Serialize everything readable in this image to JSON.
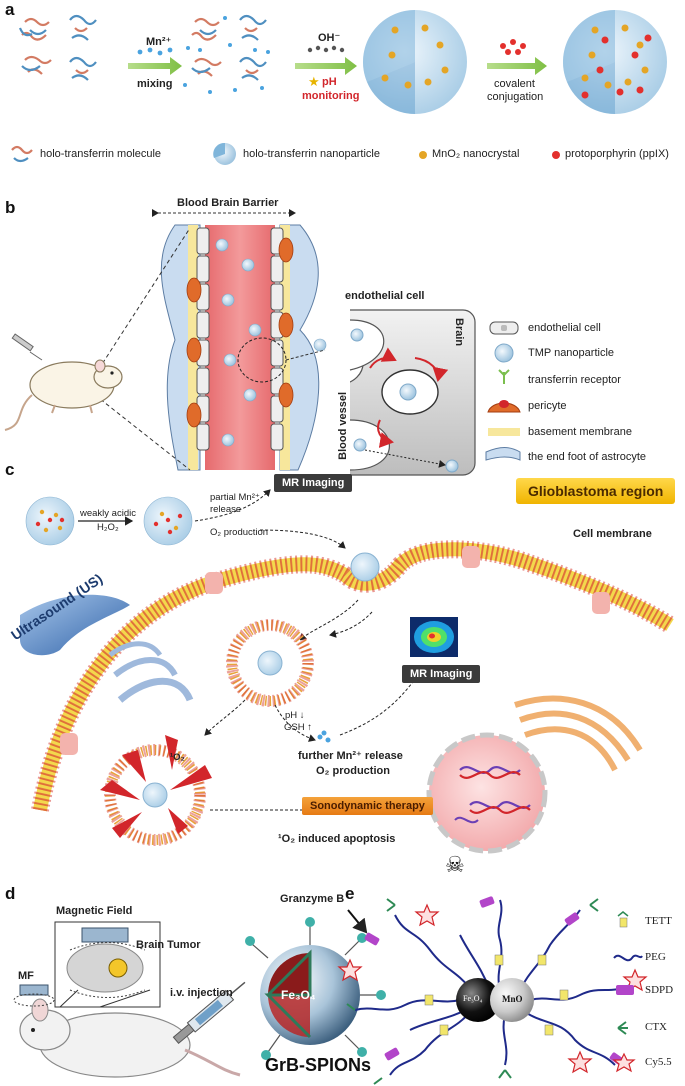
{
  "panel_a": {
    "label": "a",
    "mn_label": "Mn²⁺",
    "mixing": "mixing",
    "oh_label": "OH⁻",
    "ph_label": "pH",
    "monitoring": "monitoring",
    "covalent": "covalent",
    "conjugation": "conjugation",
    "legend": [
      "holo-transferrin molecule",
      "holo-transferrin nanoparticle",
      "MnO₂ nanocrystal",
      "protoporphyrin (ppIX)"
    ]
  },
  "panel_b": {
    "label": "b",
    "bbb": "Blood Brain Barrier",
    "endothelial": "endothelial cell",
    "brain": "Brain",
    "blood_vessel": "Blood vessel",
    "legend": [
      "endothelial cell",
      "TMP nanoparticle",
      "transferrin receptor",
      "pericyte",
      "basement membrane",
      "the end foot of astrocyte"
    ]
  },
  "panel_c": {
    "label": "c",
    "mr_imaging": "MR Imaging",
    "glioblastoma": "Glioblastoma region",
    "weakly_acidic": "weakly acidic",
    "h2o2": "H₂O₂",
    "partial_mn": "partial Mn²⁺",
    "release": "release",
    "o2_production": "O₂ production",
    "cell_membrane": "Cell membrane",
    "ultrasound": "Ultrasound (US)",
    "mr_imaging2": "MR Imaging",
    "ph": "pH ↓",
    "gsh": "GSH ↑",
    "further_mn": "further Mn²⁺ release",
    "o2_production2": "O₂ production",
    "sdt": "Sonodynamic therapy",
    "apoptosis": "¹O₂ induced apoptosis",
    "singlet": "¹O₂"
  },
  "panel_d": {
    "label": "d",
    "magnetic_field": "Magnetic Field",
    "brain_tumor": "Brain Tumor",
    "mf": "MF",
    "iv": "i.v. injection",
    "granzyme": "Granzyme B",
    "fe3o4": "Fe₃O₄",
    "grb": "GrB-SPIONs"
  },
  "panel_e": {
    "label": "e",
    "fe3o4": "Fe₃O₄",
    "mno": "MnO",
    "legend": [
      "TETT",
      "PEG",
      "SDPD",
      "CTX",
      "Cy5.5"
    ]
  }
}
